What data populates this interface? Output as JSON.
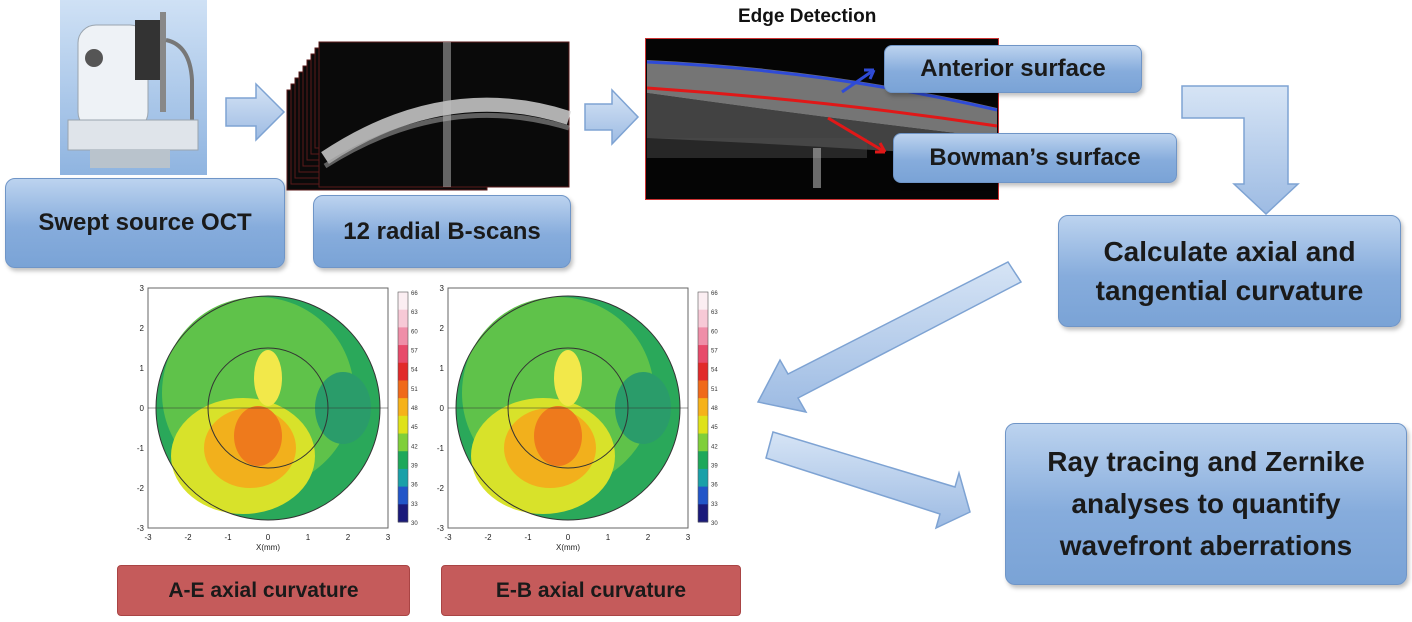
{
  "labels": {
    "oct": "Swept source OCT",
    "bscans": "12 radial B-scans",
    "edge_title": "Edge Detection",
    "anterior": "Anterior surface",
    "bowman": "Bowman’s surface",
    "calc_line1": "Calculate axial and",
    "calc_line2": "tangential curvature",
    "ray_line1": "Ray tracing and Zernike",
    "ray_line2": "analyses to quantify",
    "ray_line3": "wavefront aberrations",
    "ae": "A-E axial curvature",
    "eb": "E-B axial curvature"
  },
  "maps": {
    "x_ticks": [
      "-3",
      "-2",
      "-1",
      "0",
      "1",
      "2",
      "3"
    ],
    "y_ticks": [
      "3",
      "2",
      "1",
      "0",
      "-1",
      "-2",
      "-3"
    ],
    "x_label": "X(mm)",
    "colorbar_ticks": [
      "66",
      "63",
      "60",
      "57",
      "54",
      "51",
      "48",
      "45",
      "42",
      "39",
      "36",
      "33",
      "30"
    ]
  },
  "colors": {
    "box_fill": "#86acdc",
    "red_box": "#c55b5b",
    "anterior_line": "#2f4bd6",
    "bowman_line": "#e01818"
  }
}
